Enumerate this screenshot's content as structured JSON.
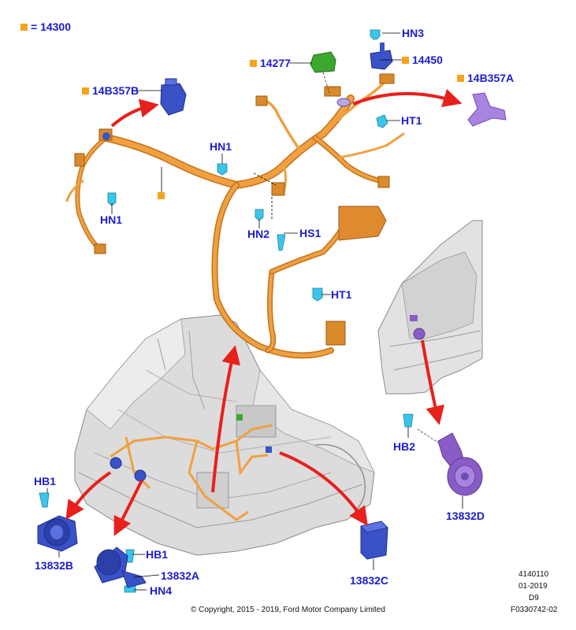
{
  "legend": {
    "text": "= 14300",
    "color": "#f7a21b"
  },
  "labels": {
    "l14300": "14300",
    "l14277": "14277",
    "l14450": "14450",
    "l14B357A": "14B357A",
    "l14B357B": "14B357B",
    "hn3": "HN3",
    "ht1_top": "HT1",
    "hn1_top": "HN1",
    "hn1_left": "HN1",
    "hn2": "HN2",
    "hs1": "HS1",
    "ht1_mid": "HT1",
    "hb1_left": "HB1",
    "hb1_bottom": "HB1",
    "hb2": "HB2",
    "hn4": "HN4",
    "h13832A": "13832A",
    "h13832B": "13832B",
    "h13832C": "13832C",
    "h13832D": "13832D"
  },
  "footer": {
    "code1": "4140110",
    "date": "01-2019",
    "rev": "D9",
    "copyright": "© Copyright, 2015 - 2019, Ford Motor Company Limited",
    "figure_id": "F0330742-02"
  },
  "colors": {
    "harness": "#f0a040",
    "harness_dark": "#c47318",
    "label": "#1c1cd0",
    "callout_square": "#f7a21b",
    "arrow": "#e8201c",
    "horn_blue": "#3a52c8",
    "horn_purple": "#8a5cc8",
    "fastener": "#3ac6ea",
    "connector_green": "#3aa82e",
    "vehicle_grey": "#d6d6d6"
  }
}
